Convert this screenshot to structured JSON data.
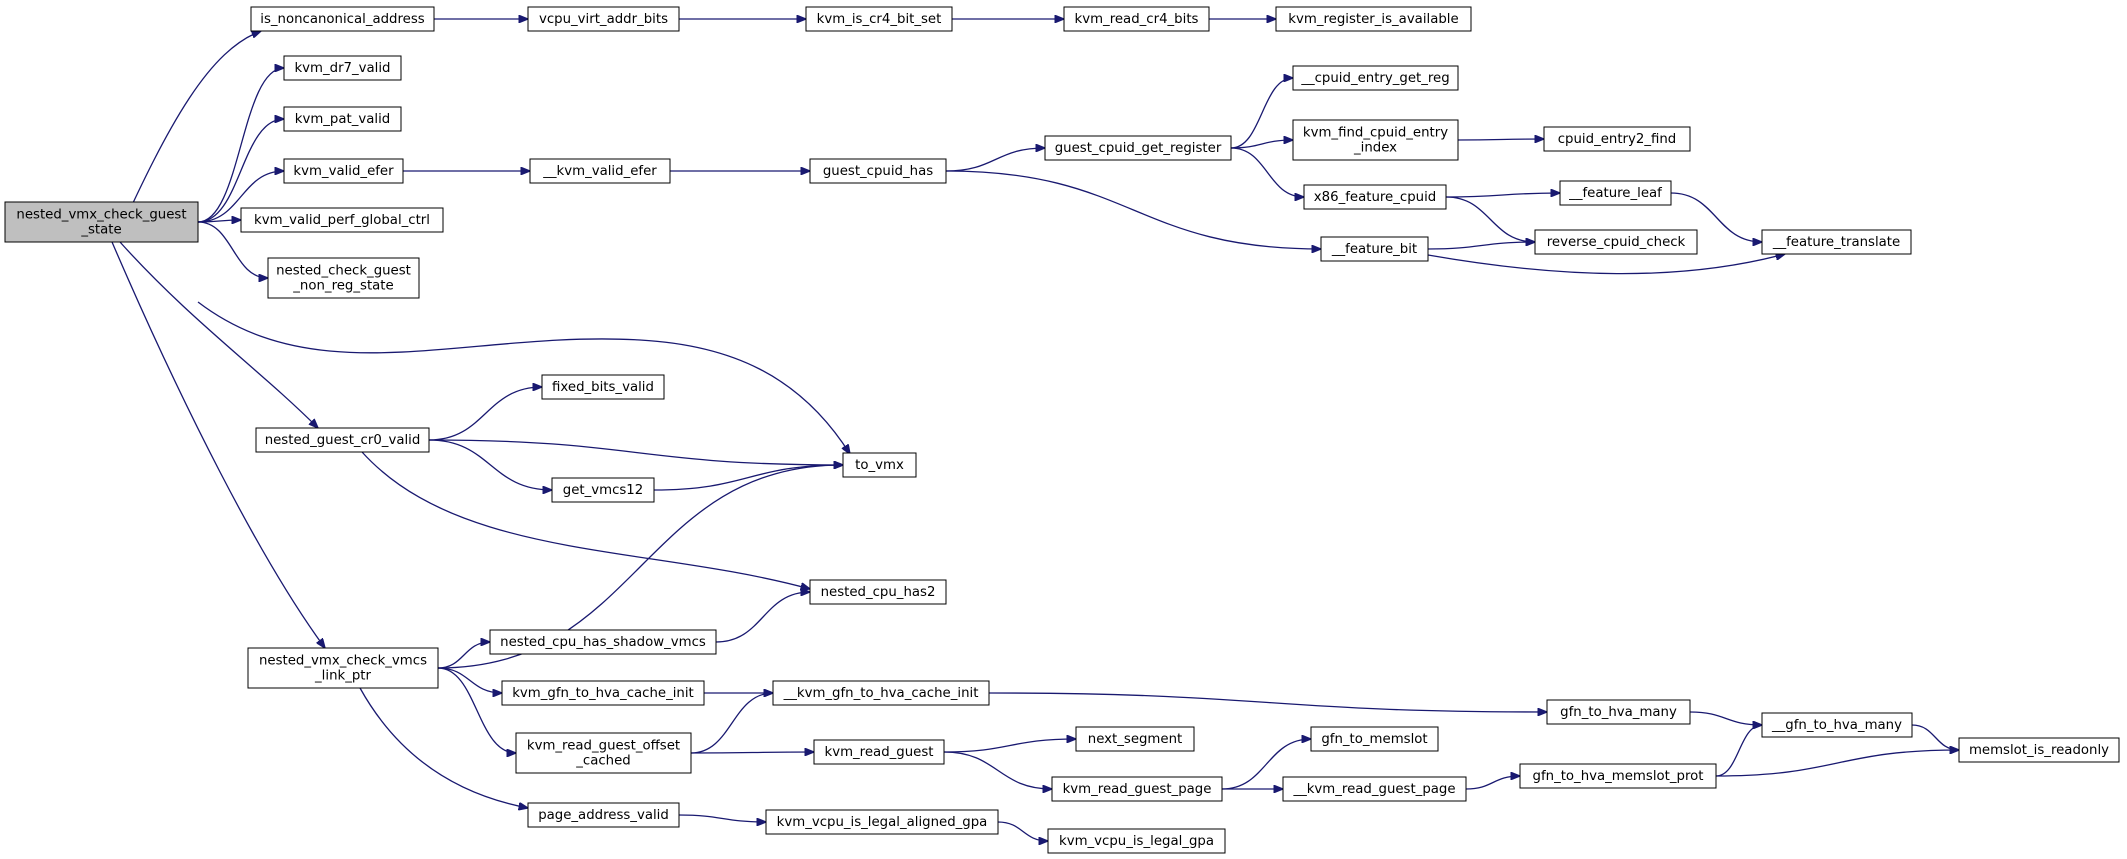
{
  "colors": {
    "edge": "#191970",
    "node_fill": "#ffffff",
    "root_fill": "#bfbfbf",
    "node_border": "#000000"
  },
  "nodes": [
    {
      "id": "root",
      "lines": [
        "nested_vmx_check_guest",
        "_state"
      ],
      "root": true
    },
    {
      "id": "is_noncanonical_address",
      "lines": [
        "is_noncanonical_address"
      ]
    },
    {
      "id": "vcpu_virt_addr_bits",
      "lines": [
        "vcpu_virt_addr_bits"
      ]
    },
    {
      "id": "kvm_is_cr4_bit_set",
      "lines": [
        "kvm_is_cr4_bit_set"
      ]
    },
    {
      "id": "kvm_read_cr4_bits",
      "lines": [
        "kvm_read_cr4_bits"
      ]
    },
    {
      "id": "kvm_register_is_available",
      "lines": [
        "kvm_register_is_available"
      ]
    },
    {
      "id": "kvm_dr7_valid",
      "lines": [
        "kvm_dr7_valid"
      ]
    },
    {
      "id": "kvm_pat_valid",
      "lines": [
        "kvm_pat_valid"
      ]
    },
    {
      "id": "kvm_valid_efer",
      "lines": [
        "kvm_valid_efer"
      ]
    },
    {
      "id": "__kvm_valid_efer",
      "lines": [
        "__kvm_valid_efer"
      ]
    },
    {
      "id": "guest_cpuid_has",
      "lines": [
        "guest_cpuid_has"
      ]
    },
    {
      "id": "guest_cpuid_get_register",
      "lines": [
        "guest_cpuid_get_register"
      ]
    },
    {
      "id": "__cpuid_entry_get_reg",
      "lines": [
        "__cpuid_entry_get_reg"
      ]
    },
    {
      "id": "kvm_find_cpuid_entry_index",
      "lines": [
        "kvm_find_cpuid_entry",
        "_index"
      ]
    },
    {
      "id": "cpuid_entry2_find",
      "lines": [
        "cpuid_entry2_find"
      ]
    },
    {
      "id": "x86_feature_cpuid",
      "lines": [
        "x86_feature_cpuid"
      ]
    },
    {
      "id": "__feature_leaf",
      "lines": [
        "__feature_leaf"
      ]
    },
    {
      "id": "reverse_cpuid_check",
      "lines": [
        "reverse_cpuid_check"
      ]
    },
    {
      "id": "__feature_bit",
      "lines": [
        "__feature_bit"
      ]
    },
    {
      "id": "__feature_translate",
      "lines": [
        "__feature_translate"
      ]
    },
    {
      "id": "kvm_valid_perf_global_ctrl",
      "lines": [
        "kvm_valid_perf_global_ctrl"
      ]
    },
    {
      "id": "nested_check_guest_non_reg_state",
      "lines": [
        "nested_check_guest",
        "_non_reg_state"
      ]
    },
    {
      "id": "fixed_bits_valid",
      "lines": [
        "fixed_bits_valid"
      ]
    },
    {
      "id": "nested_guest_cr0_valid",
      "lines": [
        "nested_guest_cr0_valid"
      ]
    },
    {
      "id": "to_vmx",
      "lines": [
        "to_vmx"
      ]
    },
    {
      "id": "get_vmcs12",
      "lines": [
        "get_vmcs12"
      ]
    },
    {
      "id": "nested_cpu_has2",
      "lines": [
        "nested_cpu_has2"
      ]
    },
    {
      "id": "nested_cpu_has_shadow_vmcs",
      "lines": [
        "nested_cpu_has_shadow_vmcs"
      ]
    },
    {
      "id": "nested_vmx_check_vmcs_link_ptr",
      "lines": [
        "nested_vmx_check_vmcs",
        "_link_ptr"
      ]
    },
    {
      "id": "kvm_gfn_to_hva_cache_init",
      "lines": [
        "kvm_gfn_to_hva_cache_init"
      ]
    },
    {
      "id": "__kvm_gfn_to_hva_cache_init",
      "lines": [
        "__kvm_gfn_to_hva_cache_init"
      ]
    },
    {
      "id": "gfn_to_hva_many",
      "lines": [
        "gfn_to_hva_many"
      ]
    },
    {
      "id": "__gfn_to_hva_many",
      "lines": [
        "__gfn_to_hva_many"
      ]
    },
    {
      "id": "memslot_is_readonly",
      "lines": [
        "memslot_is_readonly"
      ]
    },
    {
      "id": "kvm_read_guest_offset_cached",
      "lines": [
        "kvm_read_guest_offset",
        "_cached"
      ]
    },
    {
      "id": "kvm_read_guest",
      "lines": [
        "kvm_read_guest"
      ]
    },
    {
      "id": "next_segment",
      "lines": [
        "next_segment"
      ]
    },
    {
      "id": "gfn_to_memslot",
      "lines": [
        "gfn_to_memslot"
      ]
    },
    {
      "id": "kvm_read_guest_page",
      "lines": [
        "kvm_read_guest_page"
      ]
    },
    {
      "id": "__kvm_read_guest_page",
      "lines": [
        "__kvm_read_guest_page"
      ]
    },
    {
      "id": "gfn_to_hva_memslot_prot",
      "lines": [
        "gfn_to_hva_memslot_prot"
      ]
    },
    {
      "id": "page_address_valid",
      "lines": [
        "page_address_valid"
      ]
    },
    {
      "id": "kvm_vcpu_is_legal_aligned_gpa",
      "lines": [
        "kvm_vcpu_is_legal_aligned_gpa"
      ]
    },
    {
      "id": "kvm_vcpu_is_legal_gpa",
      "lines": [
        "kvm_vcpu_is_legal_gpa"
      ]
    }
  ],
  "edges": [
    [
      "root",
      "is_noncanonical_address"
    ],
    [
      "root",
      "kvm_dr7_valid"
    ],
    [
      "root",
      "kvm_pat_valid"
    ],
    [
      "root",
      "kvm_valid_efer"
    ],
    [
      "root",
      "kvm_valid_perf_global_ctrl"
    ],
    [
      "root",
      "nested_check_guest_non_reg_state"
    ],
    [
      "root",
      "to_vmx"
    ],
    [
      "root",
      "nested_guest_cr0_valid"
    ],
    [
      "root",
      "nested_vmx_check_vmcs_link_ptr"
    ],
    [
      "is_noncanonical_address",
      "vcpu_virt_addr_bits"
    ],
    [
      "vcpu_virt_addr_bits",
      "kvm_is_cr4_bit_set"
    ],
    [
      "kvm_is_cr4_bit_set",
      "kvm_read_cr4_bits"
    ],
    [
      "kvm_read_cr4_bits",
      "kvm_register_is_available"
    ],
    [
      "kvm_valid_efer",
      "__kvm_valid_efer"
    ],
    [
      "__kvm_valid_efer",
      "guest_cpuid_has"
    ],
    [
      "guest_cpuid_has",
      "guest_cpuid_get_register"
    ],
    [
      "guest_cpuid_has",
      "__feature_bit"
    ],
    [
      "guest_cpuid_get_register",
      "__cpuid_entry_get_reg"
    ],
    [
      "guest_cpuid_get_register",
      "kvm_find_cpuid_entry_index"
    ],
    [
      "guest_cpuid_get_register",
      "x86_feature_cpuid"
    ],
    [
      "kvm_find_cpuid_entry_index",
      "cpuid_entry2_find"
    ],
    [
      "x86_feature_cpuid",
      "__feature_leaf"
    ],
    [
      "x86_feature_cpuid",
      "reverse_cpuid_check"
    ],
    [
      "__feature_leaf",
      "__feature_translate"
    ],
    [
      "__feature_bit",
      "reverse_cpuid_check"
    ],
    [
      "__feature_bit",
      "__feature_translate"
    ],
    [
      "nested_guest_cr0_valid",
      "fixed_bits_valid"
    ],
    [
      "nested_guest_cr0_valid",
      "to_vmx"
    ],
    [
      "nested_guest_cr0_valid",
      "get_vmcs12"
    ],
    [
      "nested_guest_cr0_valid",
      "nested_cpu_has2"
    ],
    [
      "get_vmcs12",
      "to_vmx"
    ],
    [
      "nested_vmx_check_vmcs_link_ptr",
      "to_vmx"
    ],
    [
      "nested_vmx_check_vmcs_link_ptr",
      "nested_cpu_has_shadow_vmcs"
    ],
    [
      "nested_vmx_check_vmcs_link_ptr",
      "kvm_gfn_to_hva_cache_init"
    ],
    [
      "nested_vmx_check_vmcs_link_ptr",
      "kvm_read_guest_offset_cached"
    ],
    [
      "nested_vmx_check_vmcs_link_ptr",
      "page_address_valid"
    ],
    [
      "nested_cpu_has_shadow_vmcs",
      "nested_cpu_has2"
    ],
    [
      "kvm_gfn_to_hva_cache_init",
      "__kvm_gfn_to_hva_cache_init"
    ],
    [
      "__kvm_gfn_to_hva_cache_init",
      "gfn_to_hva_many"
    ],
    [
      "gfn_to_hva_many",
      "__gfn_to_hva_many"
    ],
    [
      "__gfn_to_hva_many",
      "memslot_is_readonly"
    ],
    [
      "kvm_read_guest_offset_cached",
      "__kvm_gfn_to_hva_cache_init"
    ],
    [
      "kvm_read_guest_offset_cached",
      "kvm_read_guest"
    ],
    [
      "kvm_read_guest",
      "next_segment"
    ],
    [
      "kvm_read_guest",
      "kvm_read_guest_page"
    ],
    [
      "kvm_read_guest_page",
      "gfn_to_memslot"
    ],
    [
      "kvm_read_guest_page",
      "__kvm_read_guest_page"
    ],
    [
      "__kvm_read_guest_page",
      "gfn_to_hva_memslot_prot"
    ],
    [
      "gfn_to_hva_memslot_prot",
      "__gfn_to_hva_many"
    ],
    [
      "gfn_to_hva_memslot_prot",
      "memslot_is_readonly"
    ],
    [
      "page_address_valid",
      "kvm_vcpu_is_legal_aligned_gpa"
    ],
    [
      "kvm_vcpu_is_legal_aligned_gpa",
      "kvm_vcpu_is_legal_gpa"
    ]
  ]
}
